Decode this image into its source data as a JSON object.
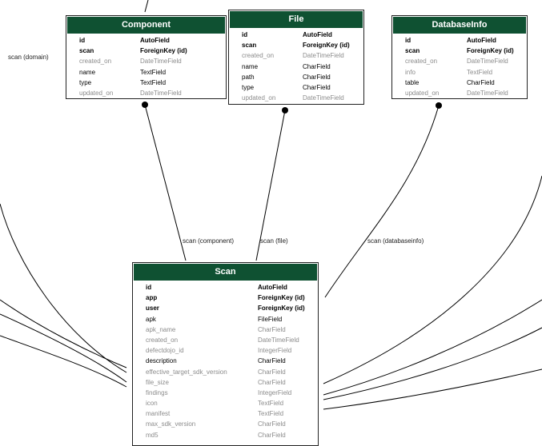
{
  "tables": [
    {
      "id": "component",
      "title": "Component",
      "rows": [
        {
          "name": "id",
          "type": "AutoField",
          "style": "key"
        },
        {
          "name": "scan",
          "type": "ForeignKey (id)",
          "style": "key"
        },
        {
          "name": "created_on",
          "type": "DateTimeField",
          "style": "muted"
        },
        {
          "name": "name",
          "type": "TextField",
          "style": "plain"
        },
        {
          "name": "type",
          "type": "TextField",
          "style": "plain"
        },
        {
          "name": "updated_on",
          "type": "DateTimeField",
          "style": "muted"
        }
      ]
    },
    {
      "id": "file",
      "title": "File",
      "rows": [
        {
          "name": "id",
          "type": "AutoField",
          "style": "key"
        },
        {
          "name": "scan",
          "type": "ForeignKey (id)",
          "style": "key"
        },
        {
          "name": "created_on",
          "type": "DateTimeField",
          "style": "muted"
        },
        {
          "name": "name",
          "type": "CharField",
          "style": "plain"
        },
        {
          "name": "path",
          "type": "CharField",
          "style": "plain"
        },
        {
          "name": "type",
          "type": "CharField",
          "style": "plain"
        },
        {
          "name": "updated_on",
          "type": "DateTimeField",
          "style": "muted"
        }
      ]
    },
    {
      "id": "databaseinfo",
      "title": "DatabaseInfo",
      "rows": [
        {
          "name": "id",
          "type": "AutoField",
          "style": "key"
        },
        {
          "name": "scan",
          "type": "ForeignKey (id)",
          "style": "key"
        },
        {
          "name": "created_on",
          "type": "DateTimeField",
          "style": "muted"
        },
        {
          "name": "info",
          "type": "TextField",
          "style": "muted"
        },
        {
          "name": "table",
          "type": "CharField",
          "style": "plain"
        },
        {
          "name": "updated_on",
          "type": "DateTimeField",
          "style": "muted"
        }
      ]
    },
    {
      "id": "scan",
      "title": "Scan",
      "rows": [
        {
          "name": "id",
          "type": "AutoField",
          "style": "key"
        },
        {
          "name": "app",
          "type": "ForeignKey (id)",
          "style": "key"
        },
        {
          "name": "user",
          "type": "ForeignKey (id)",
          "style": "key"
        },
        {
          "name": "apk",
          "type": "FileField",
          "style": "plain"
        },
        {
          "name": "apk_name",
          "type": "CharField",
          "style": "muted"
        },
        {
          "name": "created_on",
          "type": "DateTimeField",
          "style": "muted"
        },
        {
          "name": "defectdojo_id",
          "type": "IntegerField",
          "style": "muted"
        },
        {
          "name": "description",
          "type": "CharField",
          "style": "plain"
        },
        {
          "name": "effective_target_sdk_version",
          "type": "CharField",
          "style": "muted"
        },
        {
          "name": "file_size",
          "type": "CharField",
          "style": "muted"
        },
        {
          "name": "findings",
          "type": "IntegerField",
          "style": "muted"
        },
        {
          "name": "icon",
          "type": "TextField",
          "style": "muted"
        },
        {
          "name": "manifest",
          "type": "TextField",
          "style": "muted"
        },
        {
          "name": "max_sdk_version",
          "type": "CharField",
          "style": "muted"
        },
        {
          "name": "md5",
          "type": "CharField",
          "style": "muted"
        }
      ]
    }
  ],
  "edge_labels": {
    "domain": "scan (domain)",
    "component": "scan (component)",
    "file": "scan (file)",
    "databaseinfo": "scan (databaseinfo)"
  },
  "colors": {
    "header": "#0f5132",
    "key_text": "#000000",
    "muted_text": "#8c8c8c",
    "edge": "#000000"
  }
}
